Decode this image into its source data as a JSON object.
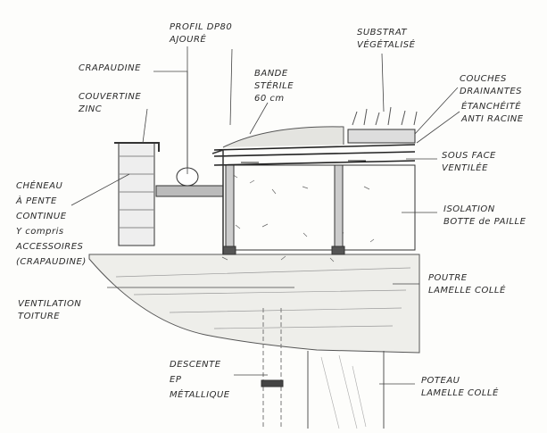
{
  "labels": {
    "profil": [
      "PROFIL DP80",
      "AJOURÉ"
    ],
    "substrat": [
      "SUBSTRAT",
      "VÉGÉTALISÉ"
    ],
    "crapaudine": [
      "CRAPAUDINE"
    ],
    "bande": [
      "BANDE",
      "STÉRILE",
      "60 cm"
    ],
    "couches": [
      "COUCHES",
      "DRAINANTES"
    ],
    "couvertine": [
      "COUVERTINE",
      "ZINC"
    ],
    "etancheite": [
      "ÉTANCHÉITÉ",
      "ANTI RACINE"
    ],
    "sous_face": [
      "SOUS FACE",
      "VENTILÉE"
    ],
    "cheneau": [
      "CHÉNEAU",
      "À PENTE",
      "CONTINUE",
      "Y compris",
      "ACCESSOIRES",
      "(CRAPAUDINE)"
    ],
    "isolation": [
      "ISOLATION",
      "BOTTE de PAILLE"
    ],
    "poutre": [
      "POUTRE",
      "LAMELLE COLLÉ"
    ],
    "ventilation": [
      "VENTILATION",
      "TOITURE"
    ],
    "descente": [
      "DESCENTE",
      "EP",
      "MÉTALLIQUE"
    ],
    "poteau": [
      "POTEAU",
      "LAMELLE COLLÉ"
    ]
  }
}
